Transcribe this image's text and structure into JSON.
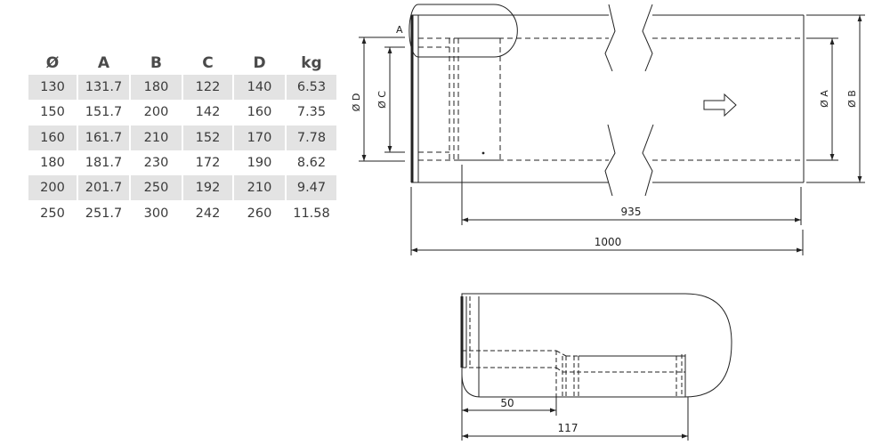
{
  "table": {
    "headers": [
      "Ø",
      "A",
      "B",
      "C",
      "D",
      "kg"
    ],
    "rows": [
      [
        "130",
        "131.7",
        "180",
        "122",
        "140",
        "6.53"
      ],
      [
        "150",
        "151.7",
        "200",
        "142",
        "160",
        "7.35"
      ],
      [
        "160",
        "161.7",
        "210",
        "152",
        "170",
        "7.78"
      ],
      [
        "180",
        "181.7",
        "230",
        "172",
        "190",
        "8.62"
      ],
      [
        "200",
        "201.7",
        "250",
        "192",
        "210",
        "9.47"
      ],
      [
        "250",
        "251.7",
        "300",
        "242",
        "260",
        "11.58"
      ]
    ]
  },
  "drawing": {
    "detail_label": "A",
    "dim_d": "Ø D",
    "dim_c": "Ø C",
    "dim_a": "Ø A",
    "dim_b": "Ø B",
    "dim_935": "935",
    "dim_1000": "1000",
    "dim_50": "50",
    "dim_117": "117"
  }
}
